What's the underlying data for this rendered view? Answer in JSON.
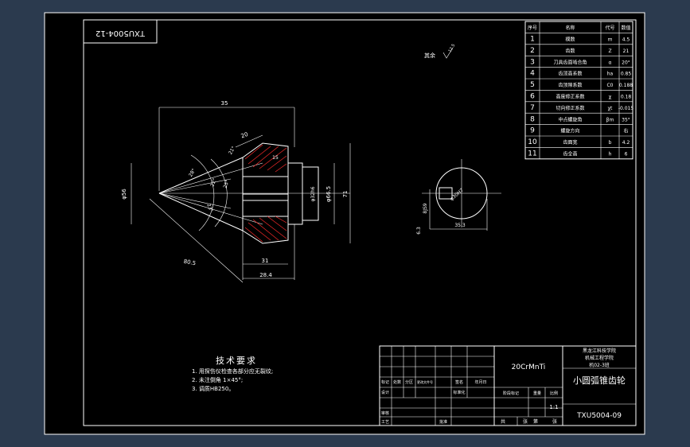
{
  "drawing": {
    "code_rotated": "TXU5004-12",
    "roughness_note": "其余",
    "roughness_value": "12.5",
    "tech_req": {
      "title": "技术要求",
      "lines": [
        "1. 用探伤仪检查各部分应无裂纹;",
        "2. 未注倒角 1×45°;",
        "3. 调质HB250。"
      ]
    },
    "dimensions": {
      "d35": "35",
      "d20": "20",
      "d15": "15",
      "d31": "31",
      "d28_4": "28.4",
      "d80_5": "80.5",
      "phi56": "φ56",
      "phi66_5": "φ66.5",
      "d71": "71",
      "phi32h6": "φ32h6",
      "a1": "28°",
      "a2": "25°",
      "a3": "22°",
      "a4": "23°",
      "a5": "21°",
      "bore_phi": "φ30H7",
      "key_w": "35.3",
      "key_t": "8JS9",
      "sf": "6.3"
    },
    "titleblock": {
      "material": "20CrMnTi",
      "school_1": "黑龙江科技学院",
      "school_2": "机械工程学院",
      "school_3": "机02-3班",
      "part_name": "小圆弧锥齿轮",
      "scale": "1:1",
      "drawing_no": "TXU5004-09",
      "labels": {
        "mark": "标记",
        "count": "处数",
        "zone": "分区",
        "change_doc": "更改文件号",
        "sign": "签名",
        "date": "年月日",
        "design": "设计",
        "standard": "标准化",
        "stage_mark": "阶段标记",
        "weight": "重量",
        "ratio": "比例",
        "review": "审核",
        "craft": "工艺",
        "approve": "批准",
        "total": "共",
        "sheet": "张",
        "no": "第",
        "sheet2": "张"
      }
    },
    "param_table": {
      "headers": [
        "序号",
        "名称",
        "代号",
        "数值"
      ],
      "rows": [
        [
          "1",
          "模数",
          "m",
          "4.5"
        ],
        [
          "2",
          "齿数",
          "Z",
          "21"
        ],
        [
          "3",
          "刀具齿面啮合角",
          "α",
          "20°"
        ],
        [
          "4",
          "齿顶高系数",
          "ha",
          "0.85"
        ],
        [
          "5",
          "齿顶隙系数",
          "C0",
          "0.188"
        ],
        [
          "6",
          "高度修正系数",
          "χ",
          "0.18"
        ],
        [
          "7",
          "切向修正系数",
          "χt",
          "-0.015"
        ],
        [
          "8",
          "中点螺旋角",
          "βm",
          "35°"
        ],
        [
          "9",
          "螺旋方向",
          "",
          "右"
        ],
        [
          "10",
          "齿面宽",
          "b",
          "4.2"
        ],
        [
          "11",
          "齿全高",
          "h",
          "6"
        ]
      ]
    }
  }
}
